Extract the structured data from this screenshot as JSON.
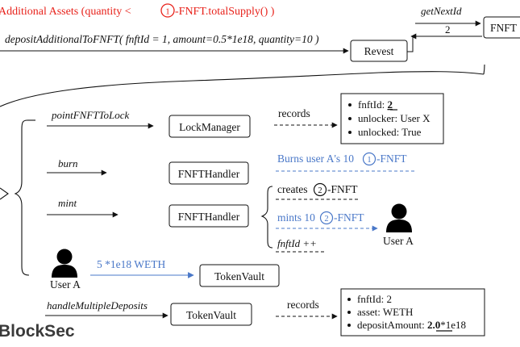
{
  "header": {
    "title_prefix": "Additional Assets (quantity <",
    "title_circle": "1",
    "title_suffix": "-FNFT.totalSupply() )"
  },
  "top": {
    "deposit_call": "depositAdditionalToFNFT( fnftId = 1, amount=0.5*1e18, quantity=10 )",
    "revest": "Revest",
    "fnft": "FNFT",
    "get_next_id": "getNextId",
    "return_value": "2"
  },
  "calls": {
    "point_fnft_to_lock": "pointFNFTToLock",
    "burn": "burn",
    "mint": "mint",
    "handle_multiple_deposits": "handleMultipleDeposits"
  },
  "boxes": {
    "lock_manager": "LockManager",
    "fnft_handler_burn": "FNFTHandler",
    "fnft_handler_mint": "FNFTHandler",
    "token_vault_transfer": "TokenVault",
    "token_vault_deposit": "TokenVault"
  },
  "labels": {
    "records_lock": "records",
    "records_vault": "records",
    "burns_prefix": "Burns user A's 10",
    "burns_circle": "1",
    "burns_suffix": "-FNFT",
    "creates_prefix": "creates",
    "creates_circle": "2",
    "creates_suffix": "-FNFT",
    "mints_prefix": "mints 10",
    "mints_circle": "2",
    "mints_suffix": "-FNFT",
    "fnftid_increment": "fnftId ++",
    "weth_transfer": "5 *1e18 WETH"
  },
  "users": {
    "user_a_right": "User A",
    "user_a_left": "User A"
  },
  "lock_record": {
    "fnftid_label": "fnftId: ",
    "fnftid_value": "2",
    "unlocker": "unlocker: User X",
    "unlocked": "unlocked: True"
  },
  "vault_record": {
    "fnftid": "fnftId: 2",
    "asset": "asset: WETH",
    "deposit_label": "depositAmount: ",
    "deposit_value": "2.0",
    "deposit_suffix": "*1e18"
  },
  "watermark": "BlockSec",
  "colors": {
    "red": "#e8221b",
    "blue": "#4a78c8",
    "ink": "#111111"
  }
}
